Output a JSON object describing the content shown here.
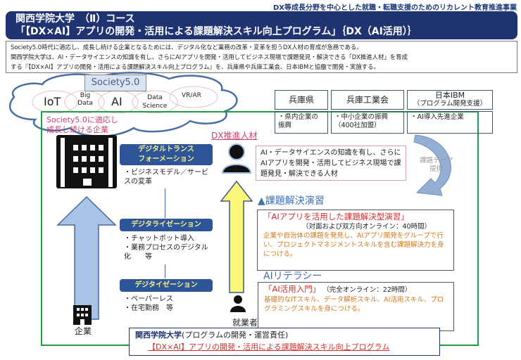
{
  "header": {
    "top_note": "DX等成長分野を中心とした就職・転職支援のためのリカレント教育推進事業",
    "title_line1": "関西学院大学　（Ⅱ）コース",
    "title_line2": "「【DX×AI】アプリの開発・活用による課題解決スキル向上プログラム」｛DX（AI活用）｝"
  },
  "description": [
    "Society5.0時代に適応し、成長し続ける企業となるためには、デジタル化など業務の改革・変革を担うDX人材の育成が急務である。",
    "関西学院大学は、AI・データサイエンスの知識を有し、さらにAIアプリを開発・活用してビジネス現場で課題発見・解決できる「DX推進人材」を育成",
    "する『【DX×AI】アプリの開発・活用による課題解決スキル向上プログラム』を、兵庫県や兵庫工業会、日本IBMと協働で開発・実施する。"
  ],
  "society": {
    "title": "Society5.0",
    "items": [
      "IoT",
      "Big Data",
      "AI",
      "Data Science",
      "VR/AR"
    ]
  },
  "company": {
    "heading_1": "Society5.0に適応し",
    "heading_2": "成長し続ける企業",
    "label": "企業"
  },
  "stages": [
    {
      "title_1": "デジタルトランス",
      "title_2": "フォーメーション",
      "bullets": [
        "ビジネスモデル／サービスの変革"
      ]
    },
    {
      "title_1": "デジタライゼーション",
      "bullets": [
        "チャットボット導入",
        "業務プロセスのデジタル化　　等"
      ]
    },
    {
      "title_1": "デジタイゼーション",
      "bullets": [
        "ペーパーレス",
        "在宅勤務　等"
      ]
    }
  ],
  "dx_talent": {
    "title": "DX推進人材",
    "desc": "AI・データサイエンスの知識を有し、さらにAIアプリを開発・活用してビジネス現場で課題発見・解決できる人材",
    "worker": "就業者"
  },
  "partners": [
    {
      "name": "兵庫県",
      "sub": "",
      "bullet": "県内企業の振興"
    },
    {
      "name": "兵庫工業会",
      "sub": "",
      "bullet": "中小企業の振興（400社加盟）"
    },
    {
      "name": "日本IBM",
      "sub": "（プログラム開発支援）",
      "bullet": "AI導入先進企業"
    }
  ],
  "theme_label_1": "課題テーマ",
  "theme_label_2": "提供",
  "course1": {
    "heading": "課題解決演習",
    "title": "「AIアプリを活用した課題解決型演習」",
    "format": "（対面および双方向オンライン：40時間）",
    "desc": "企業や自治体の課題を発見し、AIアプリ開発をグループで行い、プロジェクトマネジメントスキルを含む課題解決力を身につける。"
  },
  "course2": {
    "heading": "AIリテラシー",
    "title": "「AI活用入門」",
    "format": "（完全オンライン：22時間）",
    "desc": "基礎的なITスキル、データ解析スキル、AI活用スキル、プログラミングスキルを身につける。"
  },
  "footer": {
    "org": "関西学院大学",
    "role": "(プログラムの開発・運営責任)",
    "program": "【DX×AI】アプリの開発・活用による課題解決スキル向上プログラム"
  }
}
